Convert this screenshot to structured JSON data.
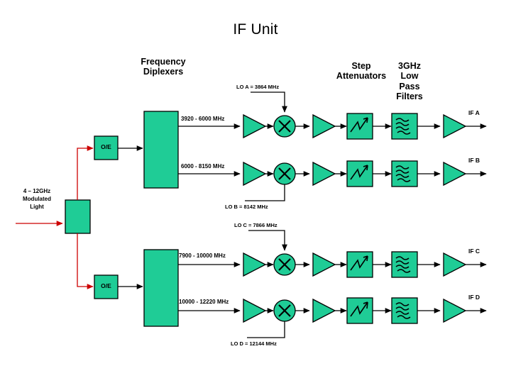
{
  "page": {
    "title": "IF Unit",
    "background": "#ffffff",
    "block_fill": "#1FCC96",
    "block_stroke": "#000000",
    "optical_line_color": "#CC0000",
    "signal_line_color": "#000000"
  },
  "headers": {
    "diplexers": "Frequency\nDiplexers",
    "attenuators": "Step\nAttenuators",
    "filters": "3GHz\nLow\nPass\nFilters"
  },
  "input": {
    "label": "4 – 12GHz\nModulated\nLight",
    "splitter_name": "optical-splitter"
  },
  "oe_converters": [
    {
      "label": "O/E"
    },
    {
      "label": "O/E"
    }
  ],
  "diplexers": [
    {
      "name": "diplexer-upper"
    },
    {
      "name": "diplexer-lower"
    }
  ],
  "channels": [
    {
      "id": "A",
      "band": "3920 - 6000 MHz",
      "lo": "LO A = 3864 MHz",
      "output": "IF A",
      "mixer_symbol": "×"
    },
    {
      "id": "B",
      "band": "6000 - 8150 MHz",
      "lo": "LO B = 8142 MHz",
      "output": "IF B",
      "mixer_symbol": "×"
    },
    {
      "id": "C",
      "band": "7900 - 10000 MHz",
      "lo": "LO C = 7866 MHz",
      "output": "IF C",
      "mixer_symbol": "×"
    },
    {
      "id": "D",
      "band": "10000 - 12220 MHz",
      "lo": "LO D = 12144 MHz",
      "output": "IF D",
      "mixer_symbol": "×"
    }
  ],
  "icons": {
    "amplifier": "amplifier-triangle-icon",
    "mixer": "mixer-circle-icon",
    "attenuator": "step-attenuator-icon",
    "lowpass": "lowpass-filter-icon",
    "output_arrow": "arrow-right-icon"
  }
}
